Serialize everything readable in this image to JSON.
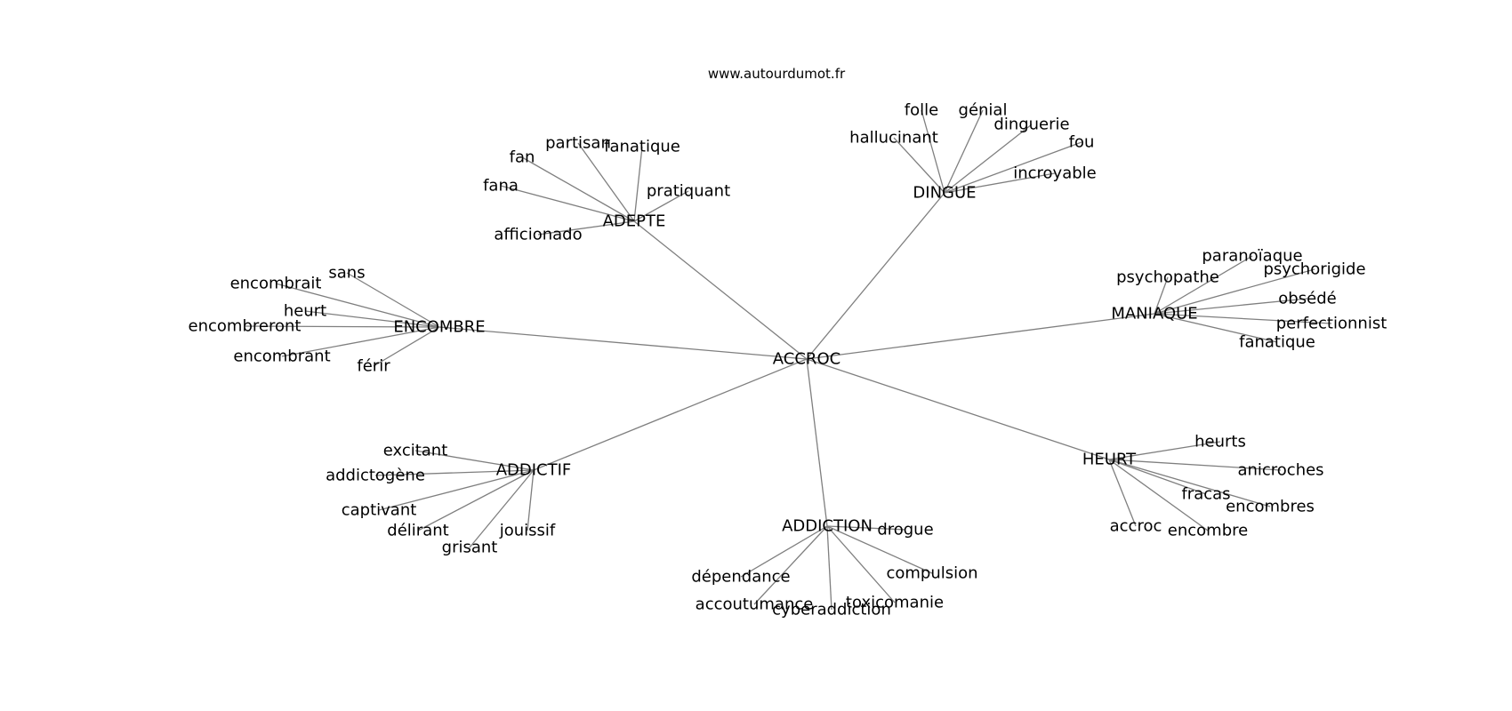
{
  "site": "www.autourdumot.fr",
  "root": "ACCROC",
  "groups": [
    {
      "word": "ADEPTE",
      "related": [
        "afficionado",
        "fana",
        "fan",
        "partisan",
        "fanatique",
        "pratiquant"
      ]
    },
    {
      "word": "DINGUE",
      "related": [
        "hallucinant",
        "folle",
        "génial",
        "dinguerie",
        "fou",
        "incroyable"
      ]
    },
    {
      "word": "ENCOMBRE",
      "related": [
        "sans",
        "encombrait",
        "heurt",
        "encombreront",
        "encombrant",
        "férir"
      ]
    },
    {
      "word": "MANIAQUE",
      "related": [
        "psychopathe",
        "paranoïaque",
        "psychorigide",
        "obsédé",
        "perfectionnist",
        "fanatique"
      ]
    },
    {
      "word": "ADDICTIF",
      "related": [
        "excitant",
        "addictogène",
        "captivant",
        "délirant",
        "grisant",
        "jouissif"
      ]
    },
    {
      "word": "ADDICTION",
      "related": [
        "drogue",
        "compulsion",
        "toxicomanie",
        "cyberaddiction",
        "accoutumance",
        "dépendance"
      ]
    },
    {
      "word": "HEURT",
      "related": [
        "heurts",
        "anicroches",
        "fracas",
        "encombres",
        "encombre",
        "accroc"
      ]
    }
  ]
}
